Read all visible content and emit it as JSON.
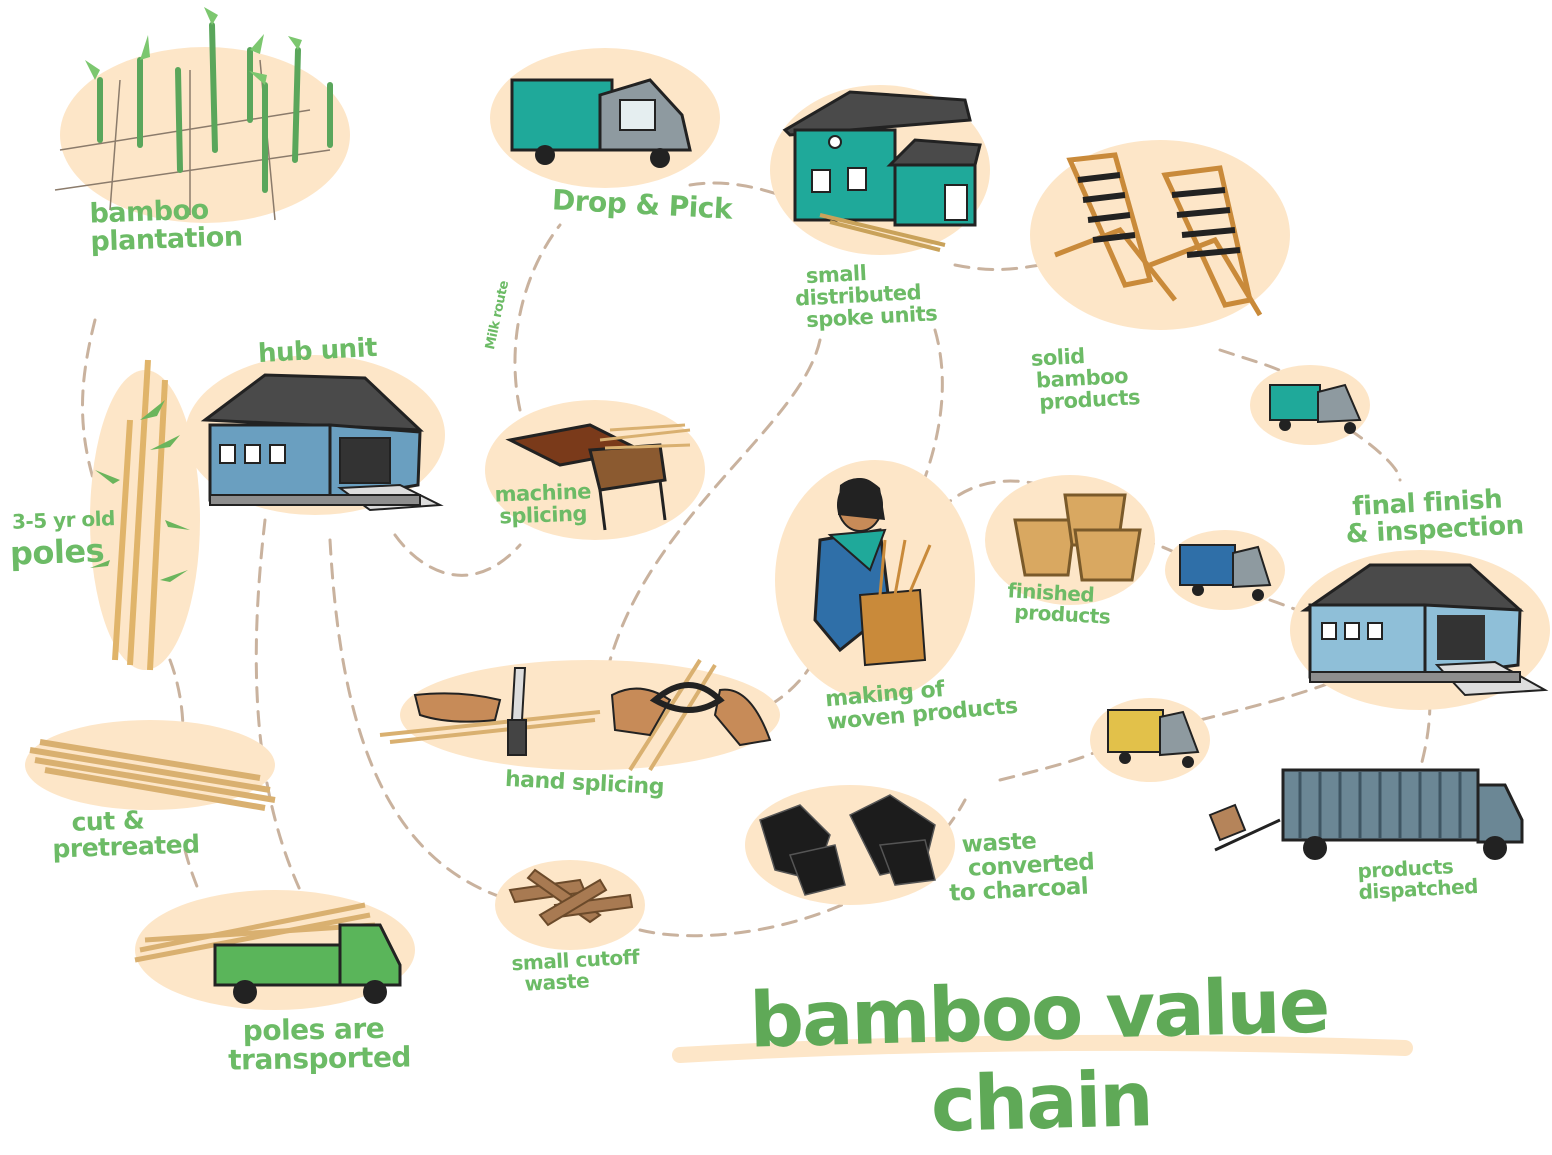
{
  "title": "bamboo value chain",
  "nodes": {
    "plantation": [
      "bamboo",
      "plantation"
    ],
    "drop_pick": [
      "Drop & Pick"
    ],
    "milk_route": [
      "Milk route"
    ],
    "spoke_units": [
      "small",
      "distributed",
      "spoke units"
    ],
    "hub_unit": [
      "hub unit"
    ],
    "poles_age": [
      "3-5 yr old"
    ],
    "poles": [
      "poles"
    ],
    "machine_splicing": [
      "machine",
      "splicing"
    ],
    "solid_products": [
      "solid",
      "bamboo",
      "products"
    ],
    "finished_products": [
      "finished",
      "products"
    ],
    "final_finish": [
      "final finish",
      "& inspection"
    ],
    "woven_products": [
      "making of",
      "woven products"
    ],
    "hand_splicing": [
      "hand splicing"
    ],
    "cut_pretreated": [
      "cut &",
      "pretreated"
    ],
    "poles_transported": [
      "poles are",
      "transported"
    ],
    "cutoff_waste": [
      "small cutoff",
      "waste"
    ],
    "charcoal": [
      "waste",
      "converted",
      "to charcoal"
    ],
    "dispatched": [
      "products",
      "dispatched"
    ]
  },
  "colors": {
    "label_green": "#6cbb66",
    "title_green": "#5fa957",
    "glow": "#fde6c8",
    "teal": "#1fa99a",
    "blue_building": "#6a9fc0",
    "path": "#c9b29e"
  },
  "icons": {
    "plantation": "bamboo-plantation-icon",
    "drop_pick": "auto-rickshaw-truck-icon",
    "spoke_units": "house-icon",
    "solid_products": "deck-chairs-icon",
    "hub_unit": "warehouse-icon",
    "poles": "bamboo-poles-icon",
    "machine_splicing": "splicing-machine-icon",
    "woven_products": "woman-weaving-icon",
    "finished_products": "baskets-icon",
    "final_finish": "warehouse-icon",
    "hand_splicing": "hands-splicing-icon",
    "cut_pretreated": "cut-bamboo-bundle-icon",
    "poles_transported": "loaded-truck-icon",
    "cutoff_waste": "wood-scraps-icon",
    "charcoal": "charcoal-icon",
    "dispatched": "container-truck-icon"
  }
}
